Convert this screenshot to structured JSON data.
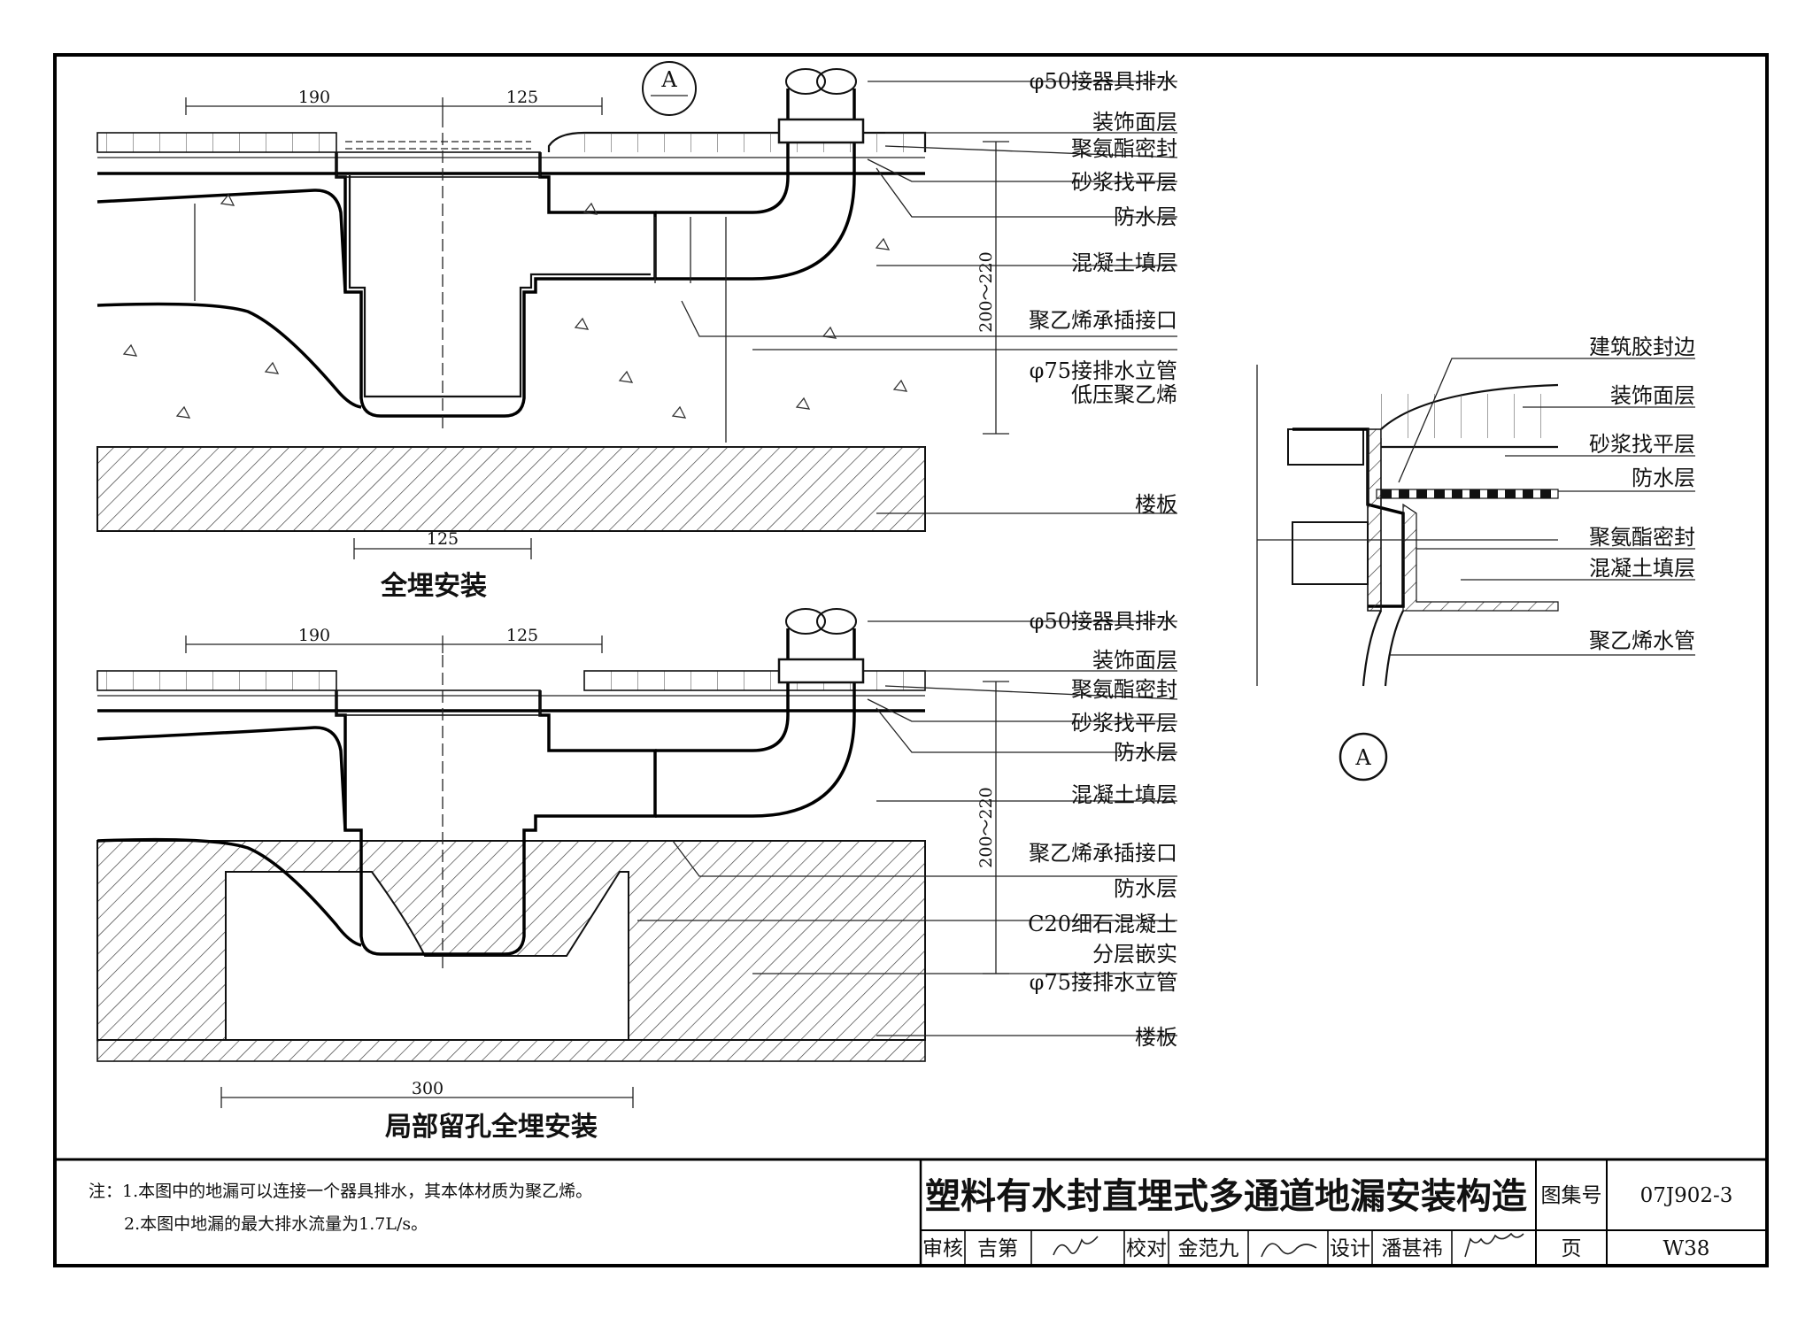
{
  "drawing": {
    "title": "塑料有水封直埋式多通道地漏安装构造",
    "top_section": {
      "caption": "全埋安装",
      "dims": {
        "left": "190",
        "right": "125",
        "bottom": "125",
        "height": "200～220"
      },
      "labels": [
        "φ50接器具排水",
        "装饰面层",
        "聚氨酯密封",
        "砂浆找平层",
        "防水层",
        "混凝土填层",
        "聚乙烯承插接口",
        "φ75接排水立管",
        "低压聚乙烯",
        "楼板"
      ]
    },
    "bottom_section": {
      "caption": "局部留孔全埋安装",
      "dims": {
        "left": "190",
        "right": "125",
        "bottom": "300",
        "height": "200～220"
      },
      "labels": [
        "φ50接器具排水",
        "装饰面层",
        "聚氨酯密封",
        "砂浆找平层",
        "防水层",
        "混凝土填层",
        "聚乙烯承插接口",
        "防水层",
        "C20细石混凝土",
        "分层嵌实",
        "φ75接排水立管",
        "楼板"
      ]
    },
    "detail_a": {
      "tag_top": "A",
      "tag": "A",
      "labels": [
        "建筑胶封边",
        "装饰面层",
        "砂浆找平层",
        "防水层",
        "聚氨酯密封",
        "混凝土填层",
        "聚乙烯水管"
      ]
    },
    "notes": [
      "注：1.本图中的地漏可以连接一个器具排水，其本体材质为聚乙烯。",
      "2.本图中地漏的最大排水流量为1.7L/s。"
    ],
    "title_block": {
      "atlas_label": "图集号",
      "atlas_no": "07J902-3",
      "page_label": "页",
      "page_no": "W38",
      "review_label": "审核",
      "reviewer": "吉第",
      "check_label": "校对",
      "checker": "金范九",
      "design_label": "设计",
      "designer": "潘甚祎"
    }
  }
}
